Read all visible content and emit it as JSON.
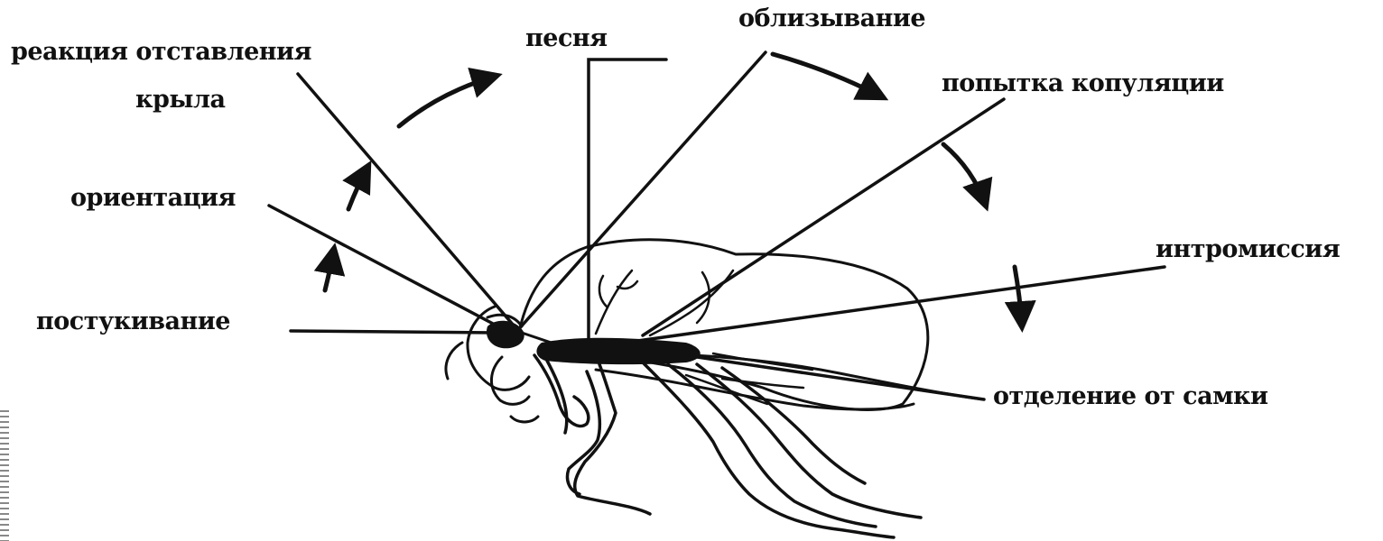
{
  "labels": {
    "wing_extension": "реакция отставления",
    "wing_extension_2": "крыла",
    "song": "песня",
    "licking": "облизывание",
    "copulation_attempt": "попытка копуляции",
    "orientation": "ориентация",
    "intromission": "интромиссия",
    "tapping": "постукивание",
    "separation": "отделение от самки"
  }
}
